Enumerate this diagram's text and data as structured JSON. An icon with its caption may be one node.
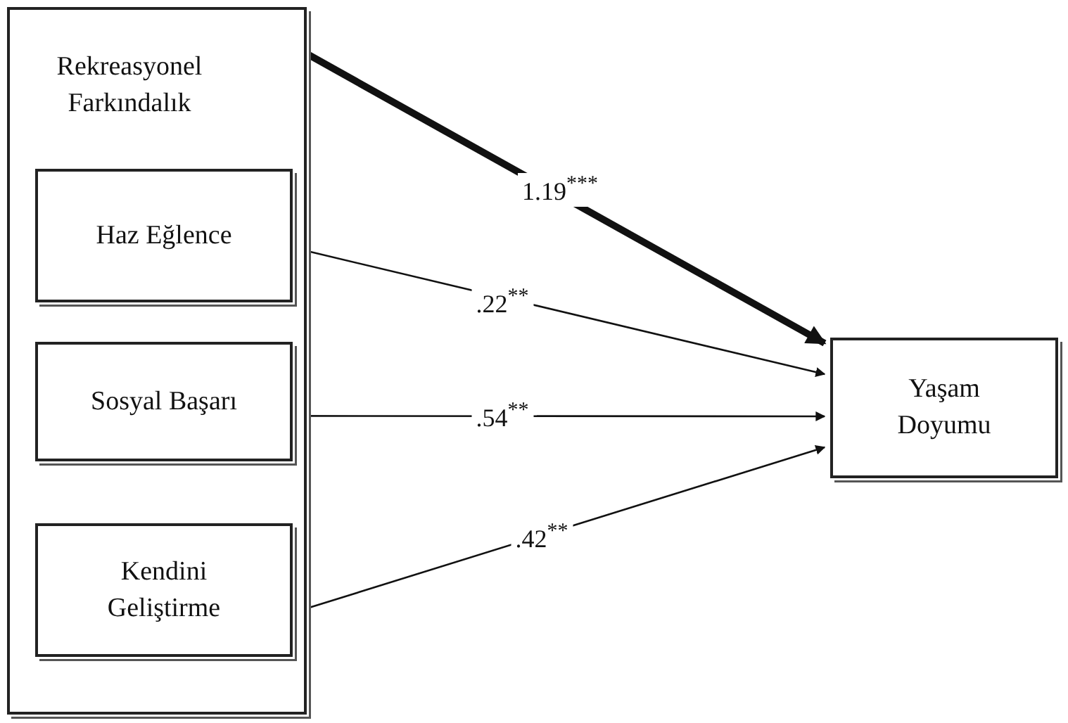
{
  "diagram": {
    "nodes": [
      {
        "text": [
          "Rekreasyonel Farkındalık"
        ]
      },
      {
        "text": [
          "Haz Eğlence"
        ],
        "in": 0
      },
      {
        "text": [
          "Sosyal Başarı"
        ],
        "in": 0
      },
      {
        "text": [
          "Kendini Geliştirme"
        ],
        "in": 0
      },
      {
        "text": [
          "Yaşam Doyumu"
        ]
      }
    ],
    "edges": [
      {
        "from": 0,
        "to": 4,
        "arrow": "to",
        "label": "1.19$^{***}$",
        "style": "thick"
      },
      {
        "from": 1,
        "to": 4,
        "arrow": "to",
        "label": ".22$^{**}$"
      },
      {
        "from": 2,
        "to": 4,
        "arrow": "to",
        "label": ".54$^{**}$"
      },
      {
        "from": 3,
        "to": 4,
        "arrow": "to",
        "label": ".42$^{**}$"
      }
    ]
  }
}
